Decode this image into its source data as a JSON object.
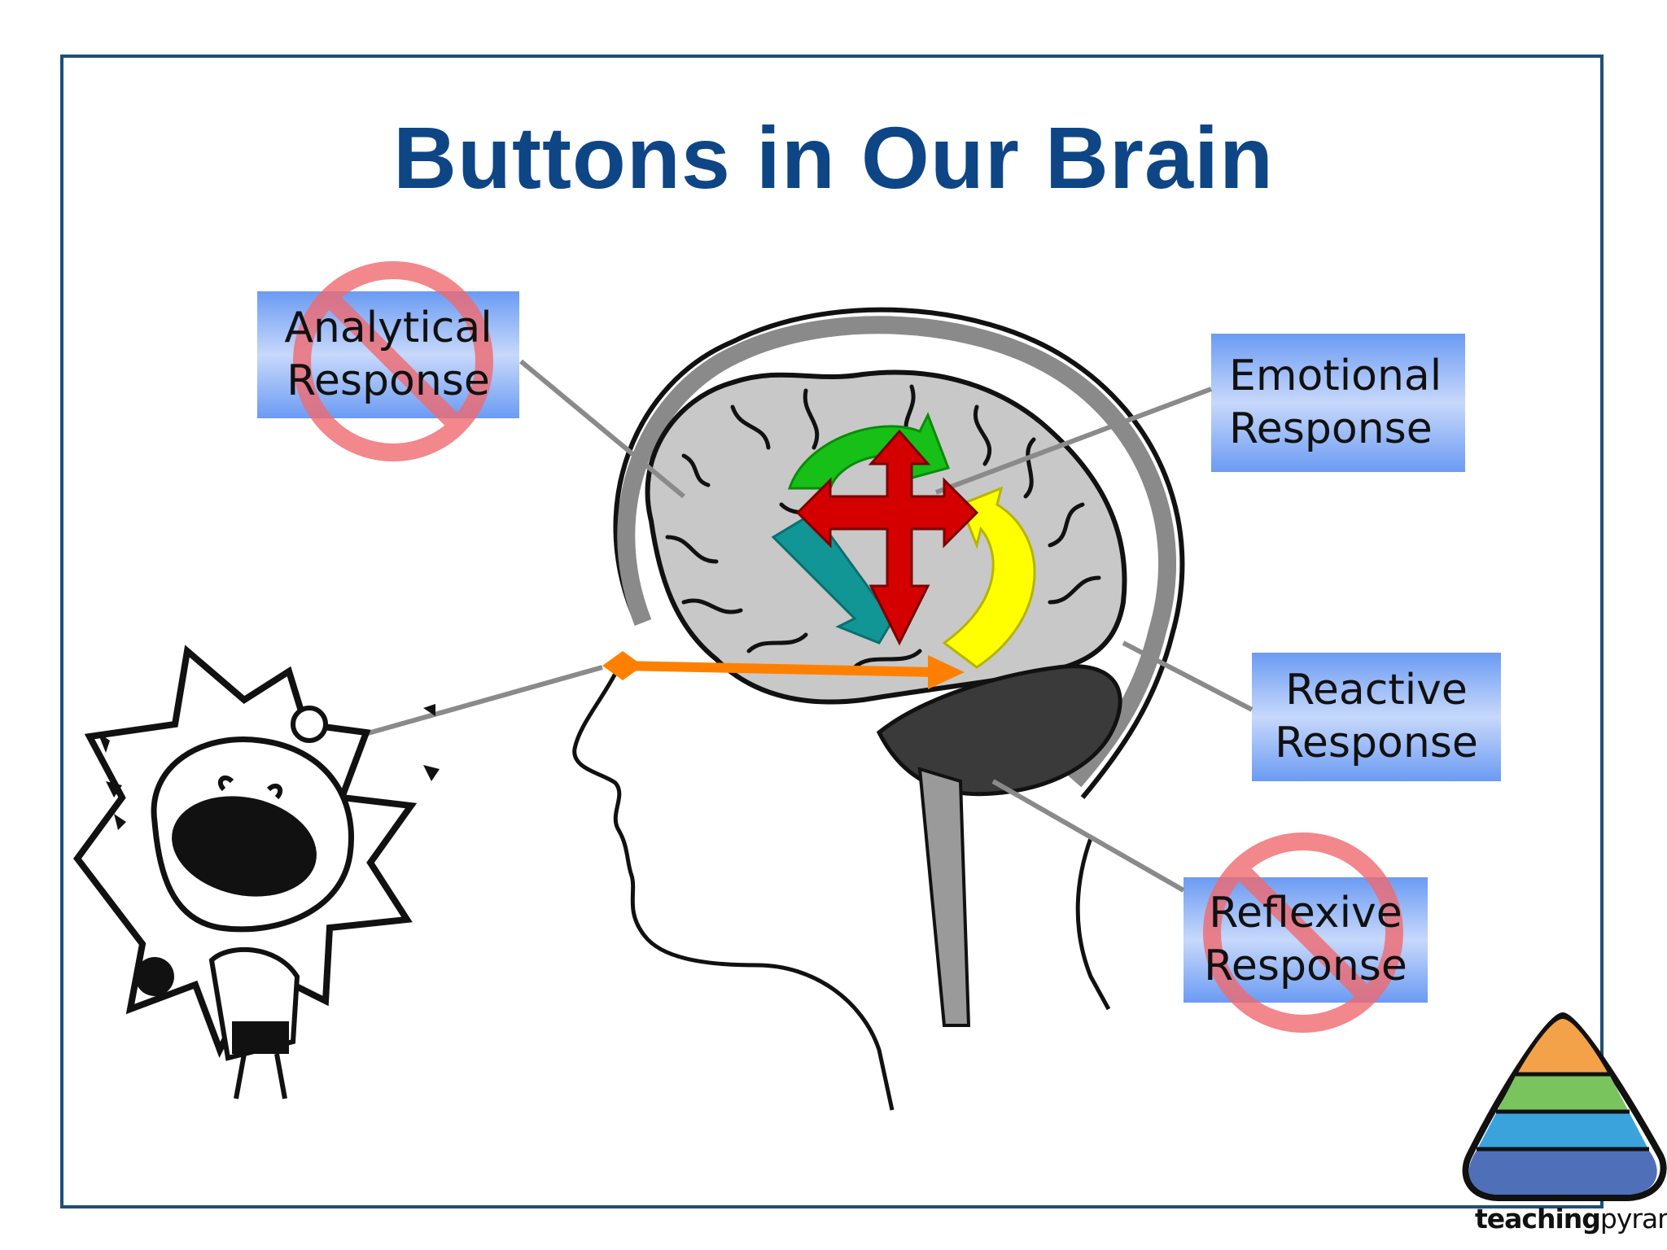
{
  "slide": {
    "title": "Buttons in Our Brain"
  },
  "labels": {
    "analytical": {
      "line1": "Analytical",
      "line2": "Response",
      "crossed_out": true
    },
    "emotional": {
      "line1": "Emotional",
      "line2": "Response",
      "crossed_out": false
    },
    "reactive": {
      "line1": "Reactive",
      "line2": "Response",
      "crossed_out": false
    },
    "reflexive": {
      "line1": "Reflexive",
      "line2": "Response",
      "crossed_out": true
    }
  },
  "logo": {
    "bold": "teaching",
    "regular": "pyramid",
    "tiers": [
      "#f4a24a",
      "#7ac45d",
      "#3aa3dc",
      "#4f6fb8"
    ]
  },
  "colors": {
    "title": "#0e4585",
    "frame": "#1f4e79",
    "label_gradient_top": "#6c9cf3",
    "label_gradient_bottom": "#ffffff",
    "no_symbol": "#f06a70",
    "arrow_red": "#d40000",
    "arrow_green": "#16c016",
    "arrow_yellow": "#ffff00",
    "arrow_teal": "#129595",
    "arrow_orange": "#ff8000",
    "brain": "#c8c8c8",
    "cerebellum": "#3a3a3a"
  }
}
